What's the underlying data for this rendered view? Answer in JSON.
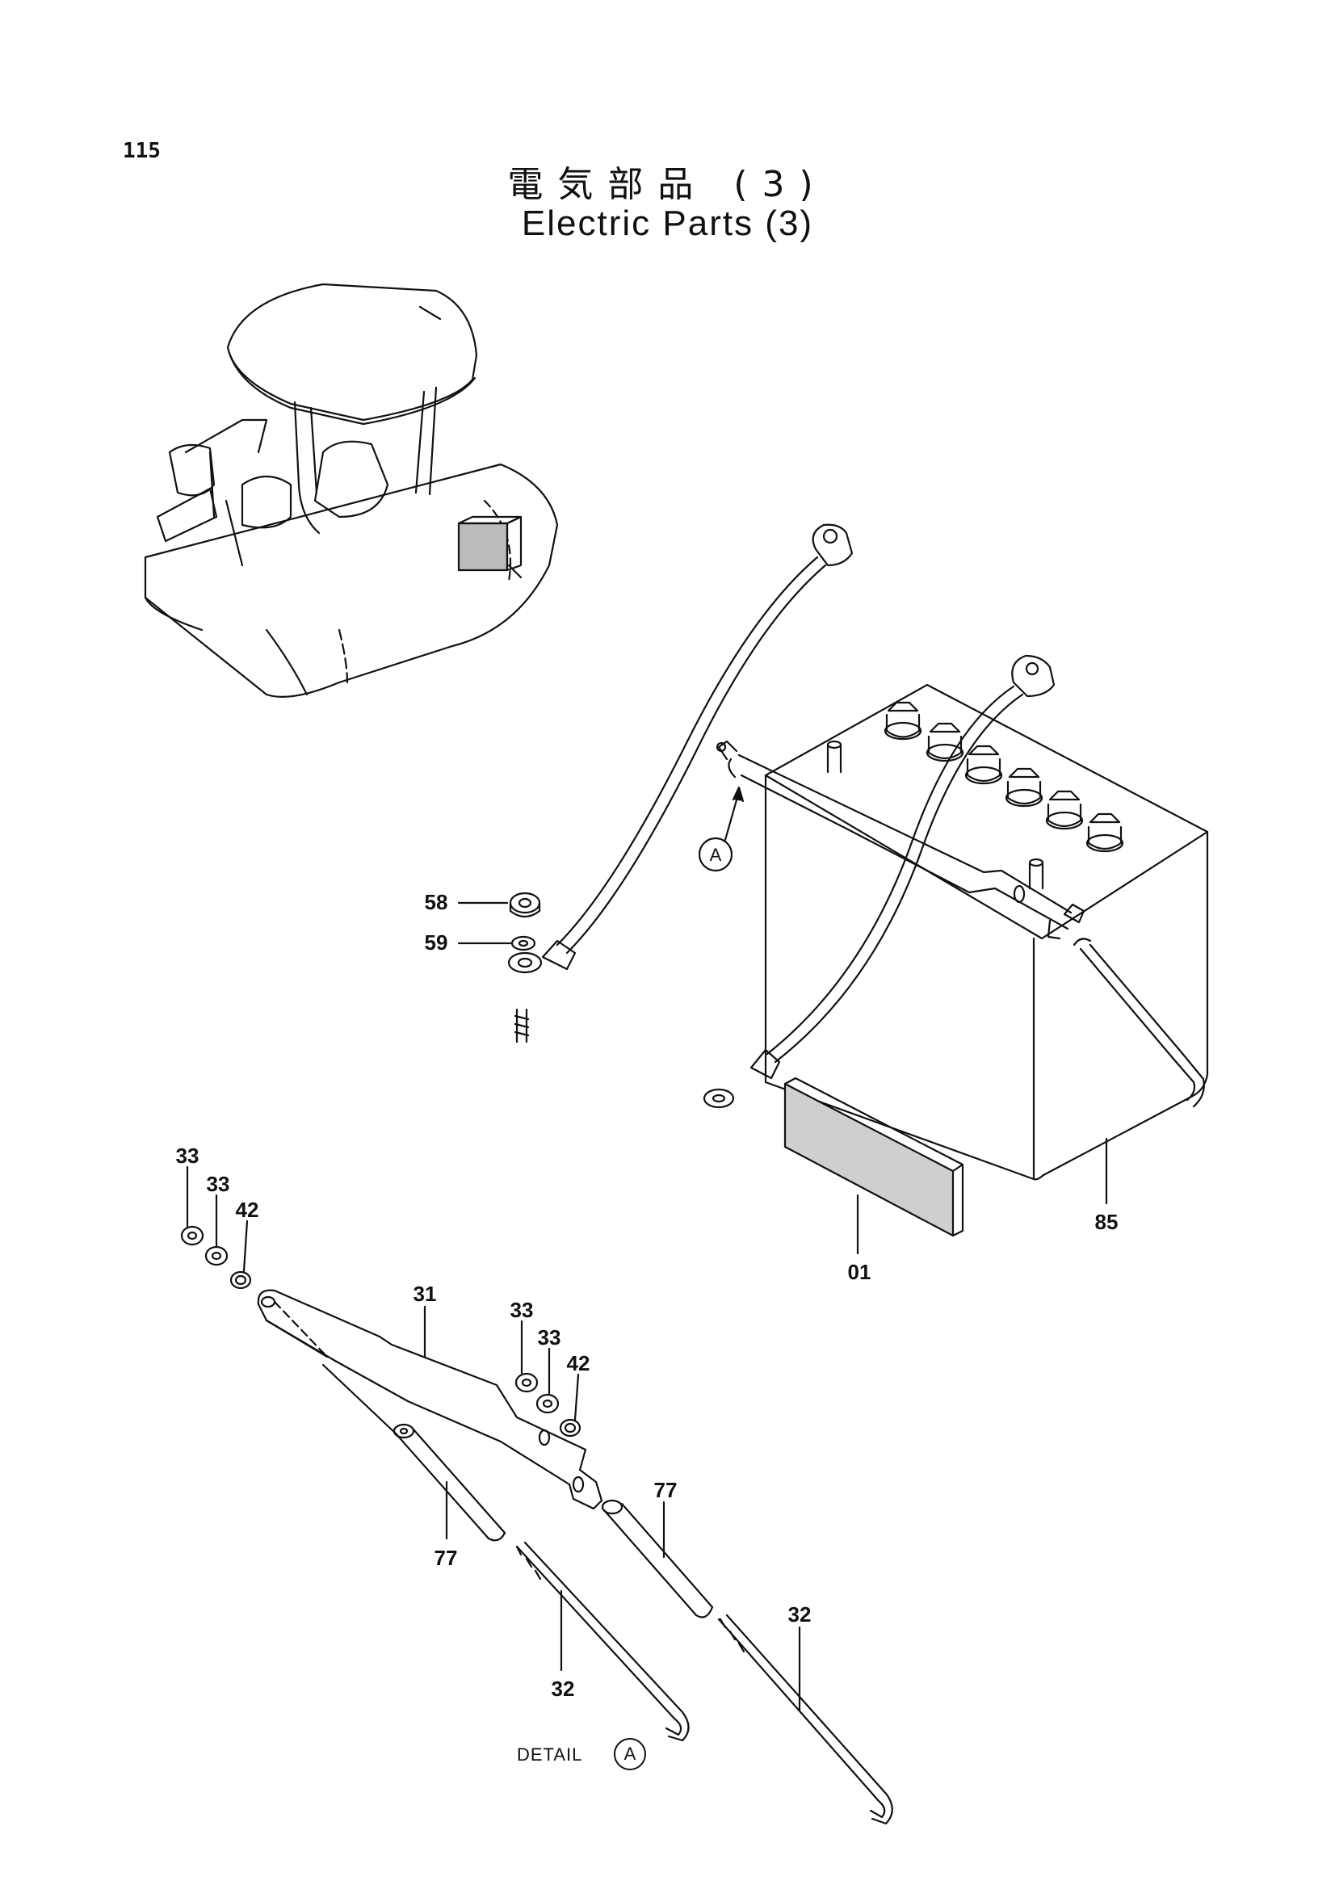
{
  "page_number": "115",
  "title_jp": "電気部品 (3)",
  "title_en": "Electric Parts (3)",
  "detail": {
    "label": "DETAIL",
    "ref": "A"
  },
  "callout_ref": "A",
  "part_labels": {
    "p58": "58",
    "p59": "59",
    "p33a": "33",
    "p33b": "33",
    "p42a": "42",
    "p31": "31",
    "p33c": "33",
    "p33d": "33",
    "p42b": "42",
    "p77a": "77",
    "p77b": "77",
    "p32a": "32",
    "p32b": "32",
    "p85": "85",
    "p01": "01"
  }
}
